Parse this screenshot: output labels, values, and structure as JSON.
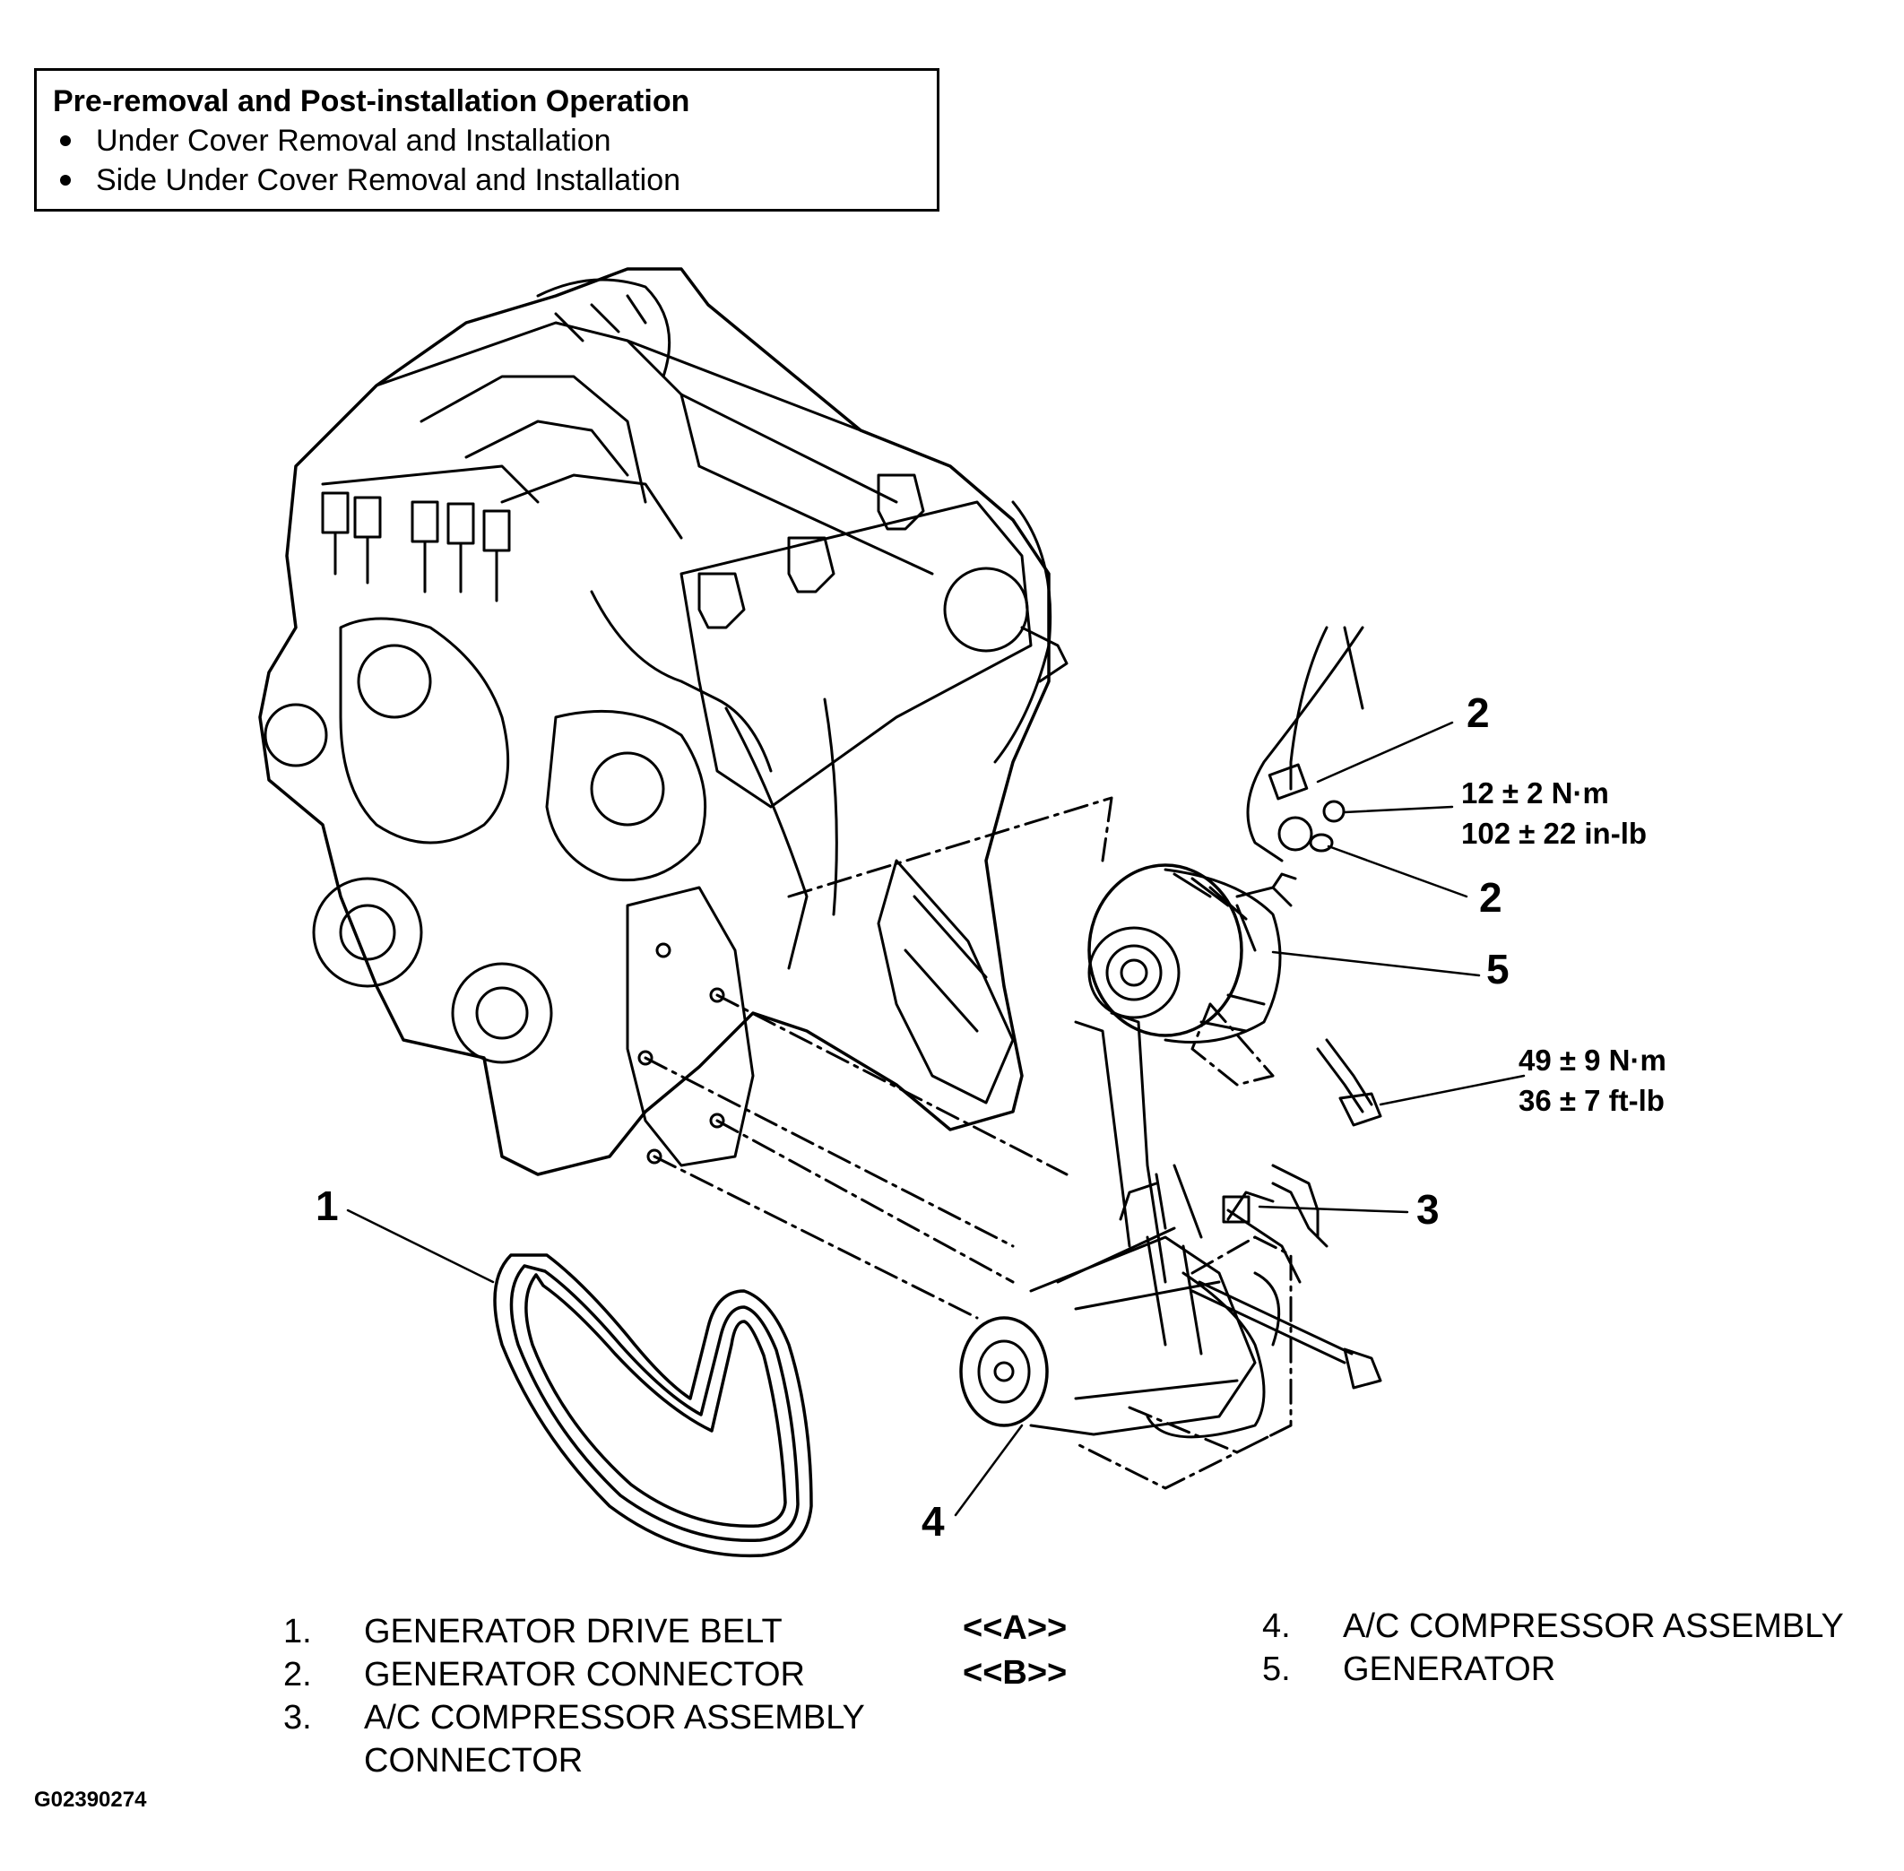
{
  "note": {
    "title": "Pre-removal and Post-installation Operation",
    "items": [
      "Under Cover Removal and Installation",
      "Side Under Cover Removal and Installation"
    ]
  },
  "callouts": {
    "c1": "1",
    "c2a": "2",
    "c2b": "2",
    "c3": "3",
    "c4": "4",
    "c5": "5"
  },
  "torque": {
    "gen_terminal": [
      "12 ± 2 N·m",
      "102 ± 22 in-lb"
    ],
    "gen_bolt": [
      "49 ± 9 N·m",
      "36 ± 7 ft-lb"
    ]
  },
  "legend": {
    "items": [
      {
        "num": "1.",
        "text": "GENERATOR DRIVE BELT"
      },
      {
        "num": "2.",
        "text": "GENERATOR CONNECTOR"
      },
      {
        "num": "3.",
        "text": "A/C COMPRESSOR ASSEMBLY",
        "text2": "CONNECTOR"
      },
      {
        "num": "4.",
        "text": "A/C COMPRESSOR ASSEMBLY"
      },
      {
        "num": "5.",
        "text": "GENERATOR"
      }
    ],
    "tags": [
      "<<A>>",
      "<<B>>"
    ]
  },
  "figure_id": "G02390274"
}
